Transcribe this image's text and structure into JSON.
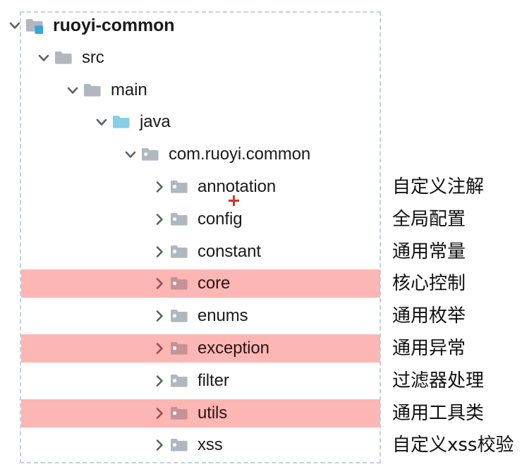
{
  "panel": {
    "border_color": "#c6d0de",
    "highlight_color": "#fcb6b3"
  },
  "cursor": {
    "glyph": "+",
    "color": "#d5342b"
  },
  "tree": {
    "nodes": [
      {
        "label": "ruoyi-common",
        "depth": 0,
        "twisty": "chevron-down-icon",
        "icon": "module-folder-icon",
        "icon_color": "#b0b7bf",
        "badge_color": "#35a5dd",
        "bold": true,
        "highlight": false,
        "note": ""
      },
      {
        "label": "src",
        "depth": 1,
        "twisty": "chevron-down-icon",
        "icon": "folder-icon",
        "icon_color": "#b0b7bf",
        "badge_color": "",
        "bold": false,
        "highlight": false,
        "note": ""
      },
      {
        "label": "main",
        "depth": 2,
        "twisty": "chevron-down-icon",
        "icon": "folder-icon",
        "icon_color": "#b0b7bf",
        "badge_color": "",
        "bold": false,
        "highlight": false,
        "note": ""
      },
      {
        "label": "java",
        "depth": 3,
        "twisty": "chevron-down-icon",
        "icon": "source-folder-icon",
        "icon_color": "#87cfe8",
        "badge_color": "",
        "bold": false,
        "highlight": false,
        "note": ""
      },
      {
        "label": "com.ruoyi.common",
        "depth": 4,
        "twisty": "chevron-down-icon",
        "icon": "package-folder-icon",
        "icon_color": "#b0b7bf",
        "badge_color": "",
        "bold": false,
        "highlight": false,
        "note": ""
      },
      {
        "label": "annotation",
        "depth": 5,
        "twisty": "chevron-right-icon",
        "icon": "package-folder-icon",
        "icon_color": "#b0b7bf",
        "badge_color": "",
        "bold": false,
        "highlight": false,
        "note": "自定义注解"
      },
      {
        "label": "config",
        "depth": 5,
        "twisty": "chevron-right-icon",
        "icon": "package-folder-icon",
        "icon_color": "#b0b7bf",
        "badge_color": "",
        "bold": false,
        "highlight": false,
        "note": "全局配置"
      },
      {
        "label": "constant",
        "depth": 5,
        "twisty": "chevron-right-icon",
        "icon": "package-folder-icon",
        "icon_color": "#b0b7bf",
        "badge_color": "",
        "bold": false,
        "highlight": false,
        "note": "通用常量"
      },
      {
        "label": "core",
        "depth": 5,
        "twisty": "chevron-right-icon",
        "icon": "package-folder-icon",
        "icon_color": "#c39396",
        "badge_color": "",
        "bold": false,
        "highlight": true,
        "note": "核心控制"
      },
      {
        "label": "enums",
        "depth": 5,
        "twisty": "chevron-right-icon",
        "icon": "package-folder-icon",
        "icon_color": "#b0b7bf",
        "badge_color": "",
        "bold": false,
        "highlight": false,
        "note": "通用枚举"
      },
      {
        "label": "exception",
        "depth": 5,
        "twisty": "chevron-right-icon",
        "icon": "package-folder-icon",
        "icon_color": "#c39396",
        "badge_color": "",
        "bold": false,
        "highlight": true,
        "note": "通用异常"
      },
      {
        "label": "filter",
        "depth": 5,
        "twisty": "chevron-right-icon",
        "icon": "package-folder-icon",
        "icon_color": "#b0b7bf",
        "badge_color": "",
        "bold": false,
        "highlight": false,
        "note": "过滤器处理"
      },
      {
        "label": "utils",
        "depth": 5,
        "twisty": "chevron-right-icon",
        "icon": "package-folder-icon",
        "icon_color": "#c39396",
        "badge_color": "",
        "bold": false,
        "highlight": true,
        "note": "通用工具类"
      },
      {
        "label": "xss",
        "depth": 5,
        "twisty": "chevron-right-icon",
        "icon": "package-folder-icon",
        "icon_color": "#b0b7bf",
        "badge_color": "",
        "bold": false,
        "highlight": false,
        "note": "自定义xss校验"
      }
    ]
  }
}
